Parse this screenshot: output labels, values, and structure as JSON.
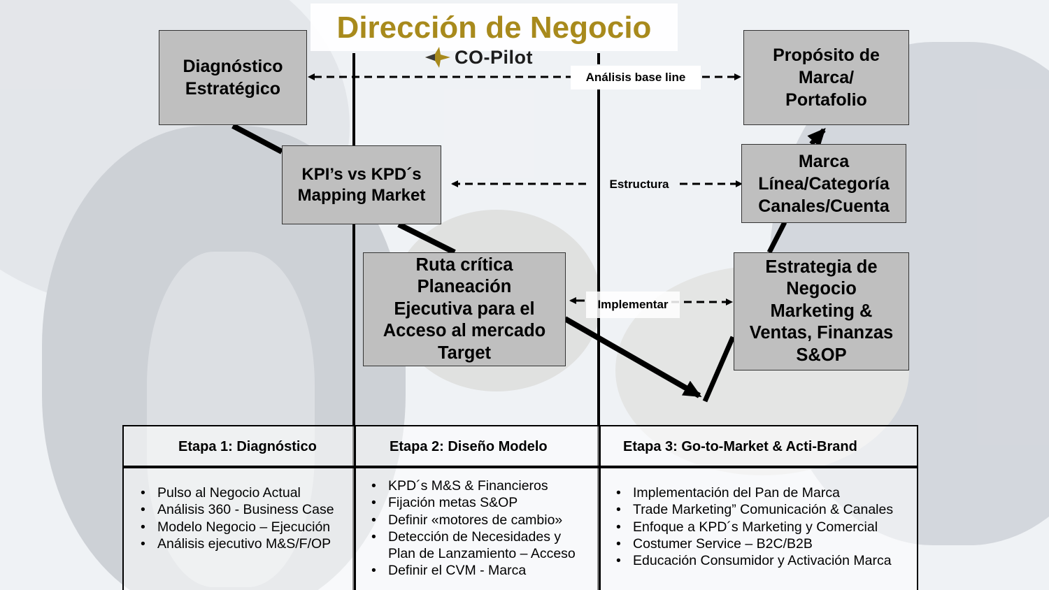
{
  "title": "Dirección de Negocio",
  "logo": {
    "text": "CO-Pilot",
    "icon": "arrow-star-logo-icon",
    "color": "#a88a1c"
  },
  "colors": {
    "accent_gold": "#a88a1c",
    "box_fill": "#bfbfbf",
    "text": "#000000"
  },
  "boxes": {
    "diagnostico": "Diagnóstico\nEstratégico",
    "proposito": "Propósito de\nMarca/\nPortafolio",
    "kpi": "KPI’s vs  KPD´s\nMapping Market",
    "marca": "Marca\nLínea/Categoría\nCanales/Cuenta",
    "ruta": "Ruta crítica\nPlaneación\nEjecutiva para el\nAcceso al mercado\nTarget",
    "estrategia": "Estrategia de\nNegocio\nMarketing &\nVentas, Finanzas\nS&OP"
  },
  "connectors": {
    "analisis": "Análisis base line",
    "estructura": "Estructura",
    "implementar": "Implementar"
  },
  "stages": [
    {
      "header": "Etapa 1: Diagnóstico",
      "items": [
        "Pulso al Negocio Actual",
        "Análisis 360 - Business Case",
        "Modelo Negocio – Ejecución",
        "Análisis ejecutivo M&S/F/OP"
      ]
    },
    {
      "header": "Etapa 2: Diseño Modelo",
      "items": [
        "KPD´s  M&S & Financieros",
        "Fijación metas S&OP",
        "Definir «motores de cambio»",
        "Detección de Necesidades y\nPlan de Lanzamiento – Acceso",
        "Definir el CVM - Marca"
      ]
    },
    {
      "header": "Etapa 3: Go-to-Market & Acti-Brand",
      "items": [
        "Implementación del Pan de Marca",
        "Trade Marketing” Comunicación & Canales",
        "Enfoque a  KPD´s  Marketing y Comercial",
        "Costumer Service – B2C/B2B",
        "Educación Consumidor y Activación Marca"
      ]
    }
  ]
}
